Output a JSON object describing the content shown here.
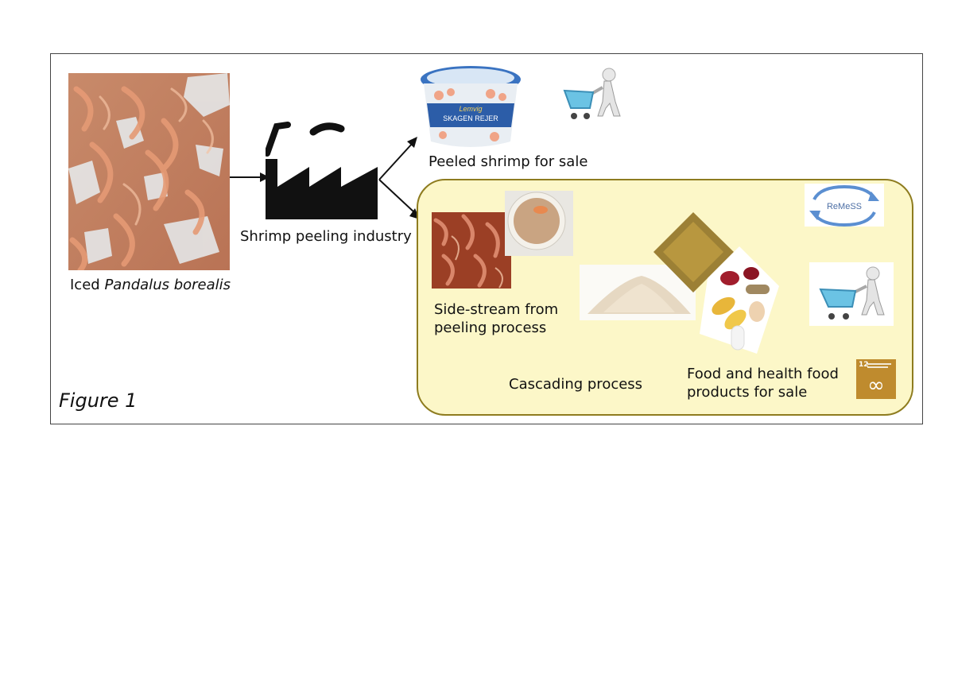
{
  "figure": {
    "label": "Figure 1"
  },
  "nodes": {
    "iced_shrimp": {
      "prefix": "Iced ",
      "species": "Pandalus borealis"
    },
    "industry": {
      "label": "Shrimp peeling industry"
    },
    "peeled": {
      "label": "Peeled shrimp for sale"
    },
    "side_stream": {
      "line1": "Side-stream from",
      "line2": "peeling process"
    },
    "cascading": {
      "label": "Cascading process"
    },
    "food_health": {
      "line1": "Food and health food",
      "line2": "products for sale"
    }
  },
  "logos": {
    "remess": {
      "text": "ReMeSS"
    },
    "tub_brand": {
      "text": "SKAGEN REJER"
    },
    "sdg": {
      "number": "12",
      "symbol": "∞"
    }
  },
  "icons": [
    "factory-icon",
    "shopping-cart-icon",
    "arrow-icon",
    "recycle-icon"
  ],
  "colors": {
    "cascade_fill": "#fcf7c8",
    "cascade_border": "#8e7c1f",
    "sdg_gold": "#bf8b2e"
  }
}
